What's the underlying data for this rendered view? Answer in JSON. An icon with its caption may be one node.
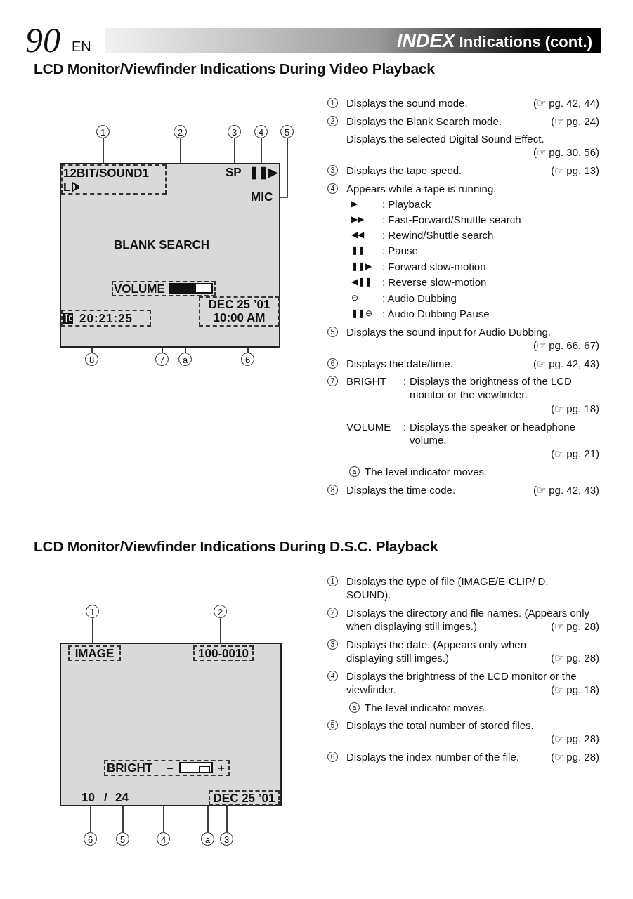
{
  "diagram": {
    "title": "*INDEX* Indications (cont.)",
    "nodes": [
      {
        "text": [],
        "shape": "box"
      },
      {
        "text": [
          "12BIT/SOUND1",
          "L"
        ],
        "in": 0
      },
      {
        "text": [
          "SP"
        ],
        "in": 0
      },
      {
        "text": [
          "❚❚▶"
        ],
        "in": 0
      },
      {
        "text": [
          "MIC"
        ],
        "in": 0
      },
      {
        "text": [
          "BLANK SEARCH"
        ],
        "in": 0
      },
      {
        "text": [
          "VOLUME"
        ],
        "in": 0
      },
      {
        "text": [],
        "shape": "bar",
        "in": 6
      },
      {
        "text": [
          "DEC 25 ’01 10:00 AM"
        ],
        "in": 0
      },
      {
        "text": [
          "20:21:25"
        ],
        "in": 0
      },
      {
        "text": [
          "1"
        ]
      },
      {
        "text": [
          "2"
        ]
      },
      {
        "text": [
          "3"
        ]
      },
      {
        "text": [
          "4"
        ]
      },
      {
        "text": [
          "5"
        ]
      },
      {
        "text": [
          "8"
        ]
      },
      {
        "text": [
          "7"
        ]
      },
      {
        "text": [
          "a"
        ]
      },
      {
        "text": [
          "6"
        ]
      },
      {
        "text": [],
        "shape": "box"
      },
      {
        "text": [
          "IMAGE"
        ],
        "in": 19
      },
      {
        "text": [
          "100-0010"
        ],
        "in": 19
      },
      {
        "text": [
          "BRIGHT",
          "–",
          "+"
        ],
        "in": 19
      },
      {
        "text": [],
        "shape": "bar",
        "in": 22
      },
      {
        "text": [
          "10"
        ],
        "in": 19
      },
      {
        "text": [
          "24"
        ],
        "in": 19
      },
      {
        "text": [
          "DEC 25 ’01"
        ],
        "in": 19
      },
      {
        "text": [
          "1"
        ]
      },
      {
        "text": [
          "2"
        ]
      },
      {
        "text": [
          "6"
        ]
      },
      {
        "text": [
          "5"
        ]
      },
      {
        "text": [
          "4"
        ]
      },
      {
        "text": [
          "a"
        ]
      },
      {
        "text": [
          "3"
        ]
      }
    ],
    "edges": [
      {
        "from": 10,
        "to": 1,
        "arrow": "none"
      },
      {
        "from": 11,
        "to": 5,
        "arrow": "none"
      },
      {
        "from": 12,
        "to": 2,
        "arrow": "none"
      },
      {
        "from": 13,
        "to": 3,
        "arrow": "none"
      },
      {
        "from": 14,
        "to": 4,
        "arrow": "none"
      },
      {
        "from": 15,
        "to": 9,
        "arrow": "none"
      },
      {
        "from": 16,
        "to": 6,
        "arrow": "none"
      },
      {
        "from": 17,
        "to": 7,
        "arrow": "none"
      },
      {
        "from": 18,
        "to": 8,
        "arrow": "none"
      },
      {
        "from": 27,
        "to": 20,
        "arrow": "none"
      },
      {
        "from": 28,
        "to": 21,
        "arrow": "none"
      },
      {
        "from": 29,
        "to": 24,
        "arrow": "none"
      },
      {
        "from": 30,
        "to": 25,
        "arrow": "none"
      },
      {
        "from": 31,
        "to": 22,
        "arrow": "none"
      },
      {
        "from": 32,
        "to": 23,
        "arrow": "none"
      },
      {
        "from": 33,
        "to": 26,
        "arrow": "none"
      }
    ],
    "labels": [
      "90",
      "EN",
      "LCD Monitor/Viewfinder Indications During Video Playback",
      "1",
      "Displays the sound mode.",
      "(☞ pg. 42, 44)",
      "2",
      "Displays the Blank Search mode.",
      "(☞ pg. 24)",
      "Displays the selected Digital Sound Effect.",
      "(☞ pg. 30, 56)",
      "3",
      "Displays the tape speed.",
      "(☞ pg. 13)",
      "4",
      "Appears while a tape is running.",
      "▶",
      ": Playback",
      "▶▶",
      ": Fast-Forward/Shuttle search",
      "◀◀",
      ": Rewind/Shuttle search",
      "❚❚",
      ": Pause",
      "❚❚▶",
      ": Forward slow-motion",
      "◀❚❚",
      ": Reverse slow-motion",
      "⊖",
      ": Audio Dubbing",
      "❚❚⊖",
      ": Audio Dubbing Pause",
      "5",
      "Displays the sound input for Audio Dubbing.",
      "(☞ pg. 66, 67)",
      "6",
      "Displays the date/time.",
      "(☞ pg. 42, 43)",
      "7",
      "BRIGHT",
      ":",
      "Displays the brightness of the LCD monitor or the viewfinder.",
      "(☞ pg. 18)",
      "VOLUME",
      ":",
      "Displays the speaker or headphone volume.",
      "(☞ pg. 21)",
      "a",
      "The level indicator moves.",
      "8",
      "Displays the time code.",
      "(☞ pg. 42, 43)",
      "LCD Monitor/Viewfinder Indications During D.S.C. Playback",
      "1",
      "Displays the type of file (IMAGE/E-CLIP/ D. SOUND).",
      "2",
      "Displays the directory and file names. (Appears only when displaying still imges.)",
      "(☞ pg. 28)",
      "3",
      "Displays the date. (Appears only when displaying still imges.)",
      "(☞ pg. 28)",
      "4",
      "Displays the brightness of the LCD monitor or the viewfinder.",
      "(☞ pg. 18)",
      "a",
      "The level indicator moves.",
      "5",
      "Displays the total number of stored files.",
      "(☞ pg. 28)",
      "6",
      "Displays the index number of the file.",
      "(☞ pg. 28)",
      "/"
    ]
  }
}
